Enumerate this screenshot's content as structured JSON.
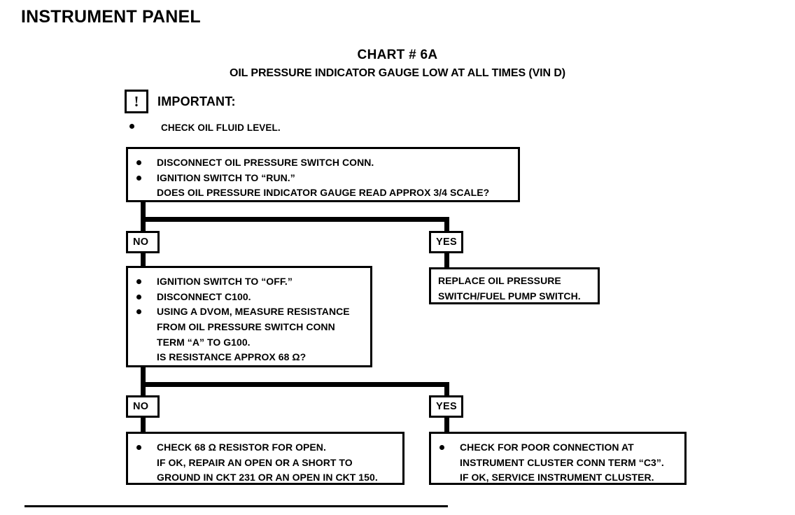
{
  "document": {
    "section_title": "INSTRUMENT PANEL",
    "chart_number": "CHART # 6A",
    "chart_subtitle": "OIL PRESSURE INDICATOR GAUGE LOW AT ALL TIMES (VIN D)"
  },
  "important": {
    "icon": "exclamation-in-box-icon",
    "icon_glyph": "!",
    "label": "IMPORTANT:",
    "bullets": [
      "CHECK OIL FLUID LEVEL."
    ]
  },
  "flow": {
    "step1": {
      "lines": [
        {
          "bullet": true,
          "text": "DISCONNECT OIL PRESSURE SWITCH CONN."
        },
        {
          "bullet": true,
          "text": "IGNITION SWITCH TO “RUN.”"
        },
        {
          "bullet": false,
          "text": "DOES OIL PRESSURE INDICATOR GAUGE READ APPROX 3/4 SCALE?"
        }
      ]
    },
    "branch1_no_label": "NO",
    "branch1_yes_label": "YES",
    "step2_no": {
      "lines": [
        {
          "bullet": true,
          "text": "IGNITION SWITCH TO “OFF.”"
        },
        {
          "bullet": true,
          "text": "DISCONNECT C100."
        },
        {
          "bullet": true,
          "text": "USING A DVOM, MEASURE RESISTANCE"
        },
        {
          "bullet": false,
          "text": "FROM OIL PRESSURE SWITCH CONN"
        },
        {
          "bullet": false,
          "text": "TERM “A” TO G100."
        },
        {
          "bullet": false,
          "text": "IS RESISTANCE APPROX 68 Ω?"
        }
      ]
    },
    "step2_yes": {
      "lines": [
        {
          "bullet": false,
          "text": "REPLACE OIL PRESSURE"
        },
        {
          "bullet": false,
          "text": "SWITCH/FUEL PUMP SWITCH."
        }
      ]
    },
    "branch2_no_label": "NO",
    "branch2_yes_label": "YES",
    "step3_no": {
      "lines": [
        {
          "bullet": true,
          "text": "CHECK 68 Ω RESISTOR FOR OPEN."
        },
        {
          "bullet": false,
          "text": "IF OK, REPAIR AN OPEN OR A SHORT TO"
        },
        {
          "bullet": false,
          "text": "GROUND IN CKT 231 OR AN OPEN IN CKT 150."
        }
      ]
    },
    "step3_yes": {
      "lines": [
        {
          "bullet": true,
          "text": "CHECK FOR POOR CONNECTION AT"
        },
        {
          "bullet": false,
          "text": "INSTRUMENT CLUSTER CONN TERM “C3”."
        },
        {
          "bullet": false,
          "text": "IF OK, SERVICE INSTRUMENT CLUSTER."
        }
      ]
    }
  },
  "colors": {
    "ink": "#000000",
    "paper": "#ffffff"
  }
}
